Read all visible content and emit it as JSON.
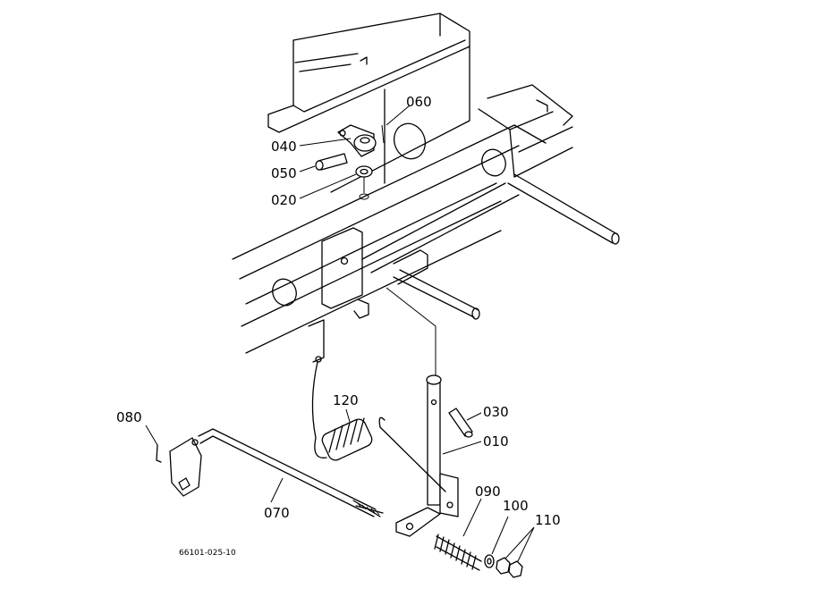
{
  "labels": {
    "p010": "010",
    "p020": "020",
    "p030": "030",
    "p040": "040",
    "p050": "050",
    "p060": "060",
    "p070": "070",
    "p080": "080",
    "p090": "090",
    "p100": "100",
    "p110": "110",
    "p120": "120"
  },
  "reference": "66101-025-10"
}
